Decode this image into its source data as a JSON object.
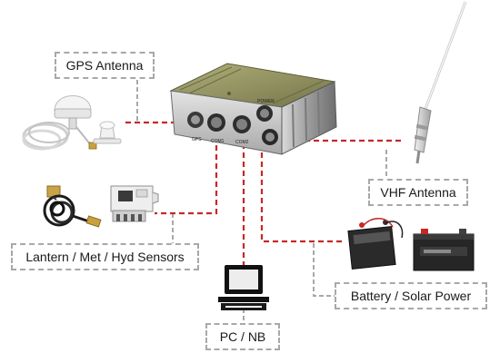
{
  "labels": {
    "gps_antenna": "GPS Antenna",
    "vhf_antenna": "VHF Antenna",
    "sensors": "Lantern / Met / Hyd Sensors",
    "battery_solar": "Battery / Solar Power",
    "pc_nb": "PC / NB"
  },
  "device_ports": {
    "gps": "GPS",
    "com1": "COM1",
    "com2": "COM2",
    "power": "POWER"
  },
  "colors": {
    "connector_line": "#c62828",
    "leader_line": "#a8a8a8",
    "device_body": "#8a8a5c",
    "device_top": "#9c9c6a"
  },
  "icons": {
    "gps": "gps-antenna-icon",
    "vhf": "vhf-whip-antenna-icon",
    "sensors": "sensor-module-icon",
    "battery": "battery-icon",
    "pc": "desktop-computer-icon",
    "device": "ais-transponder-box-icon"
  }
}
